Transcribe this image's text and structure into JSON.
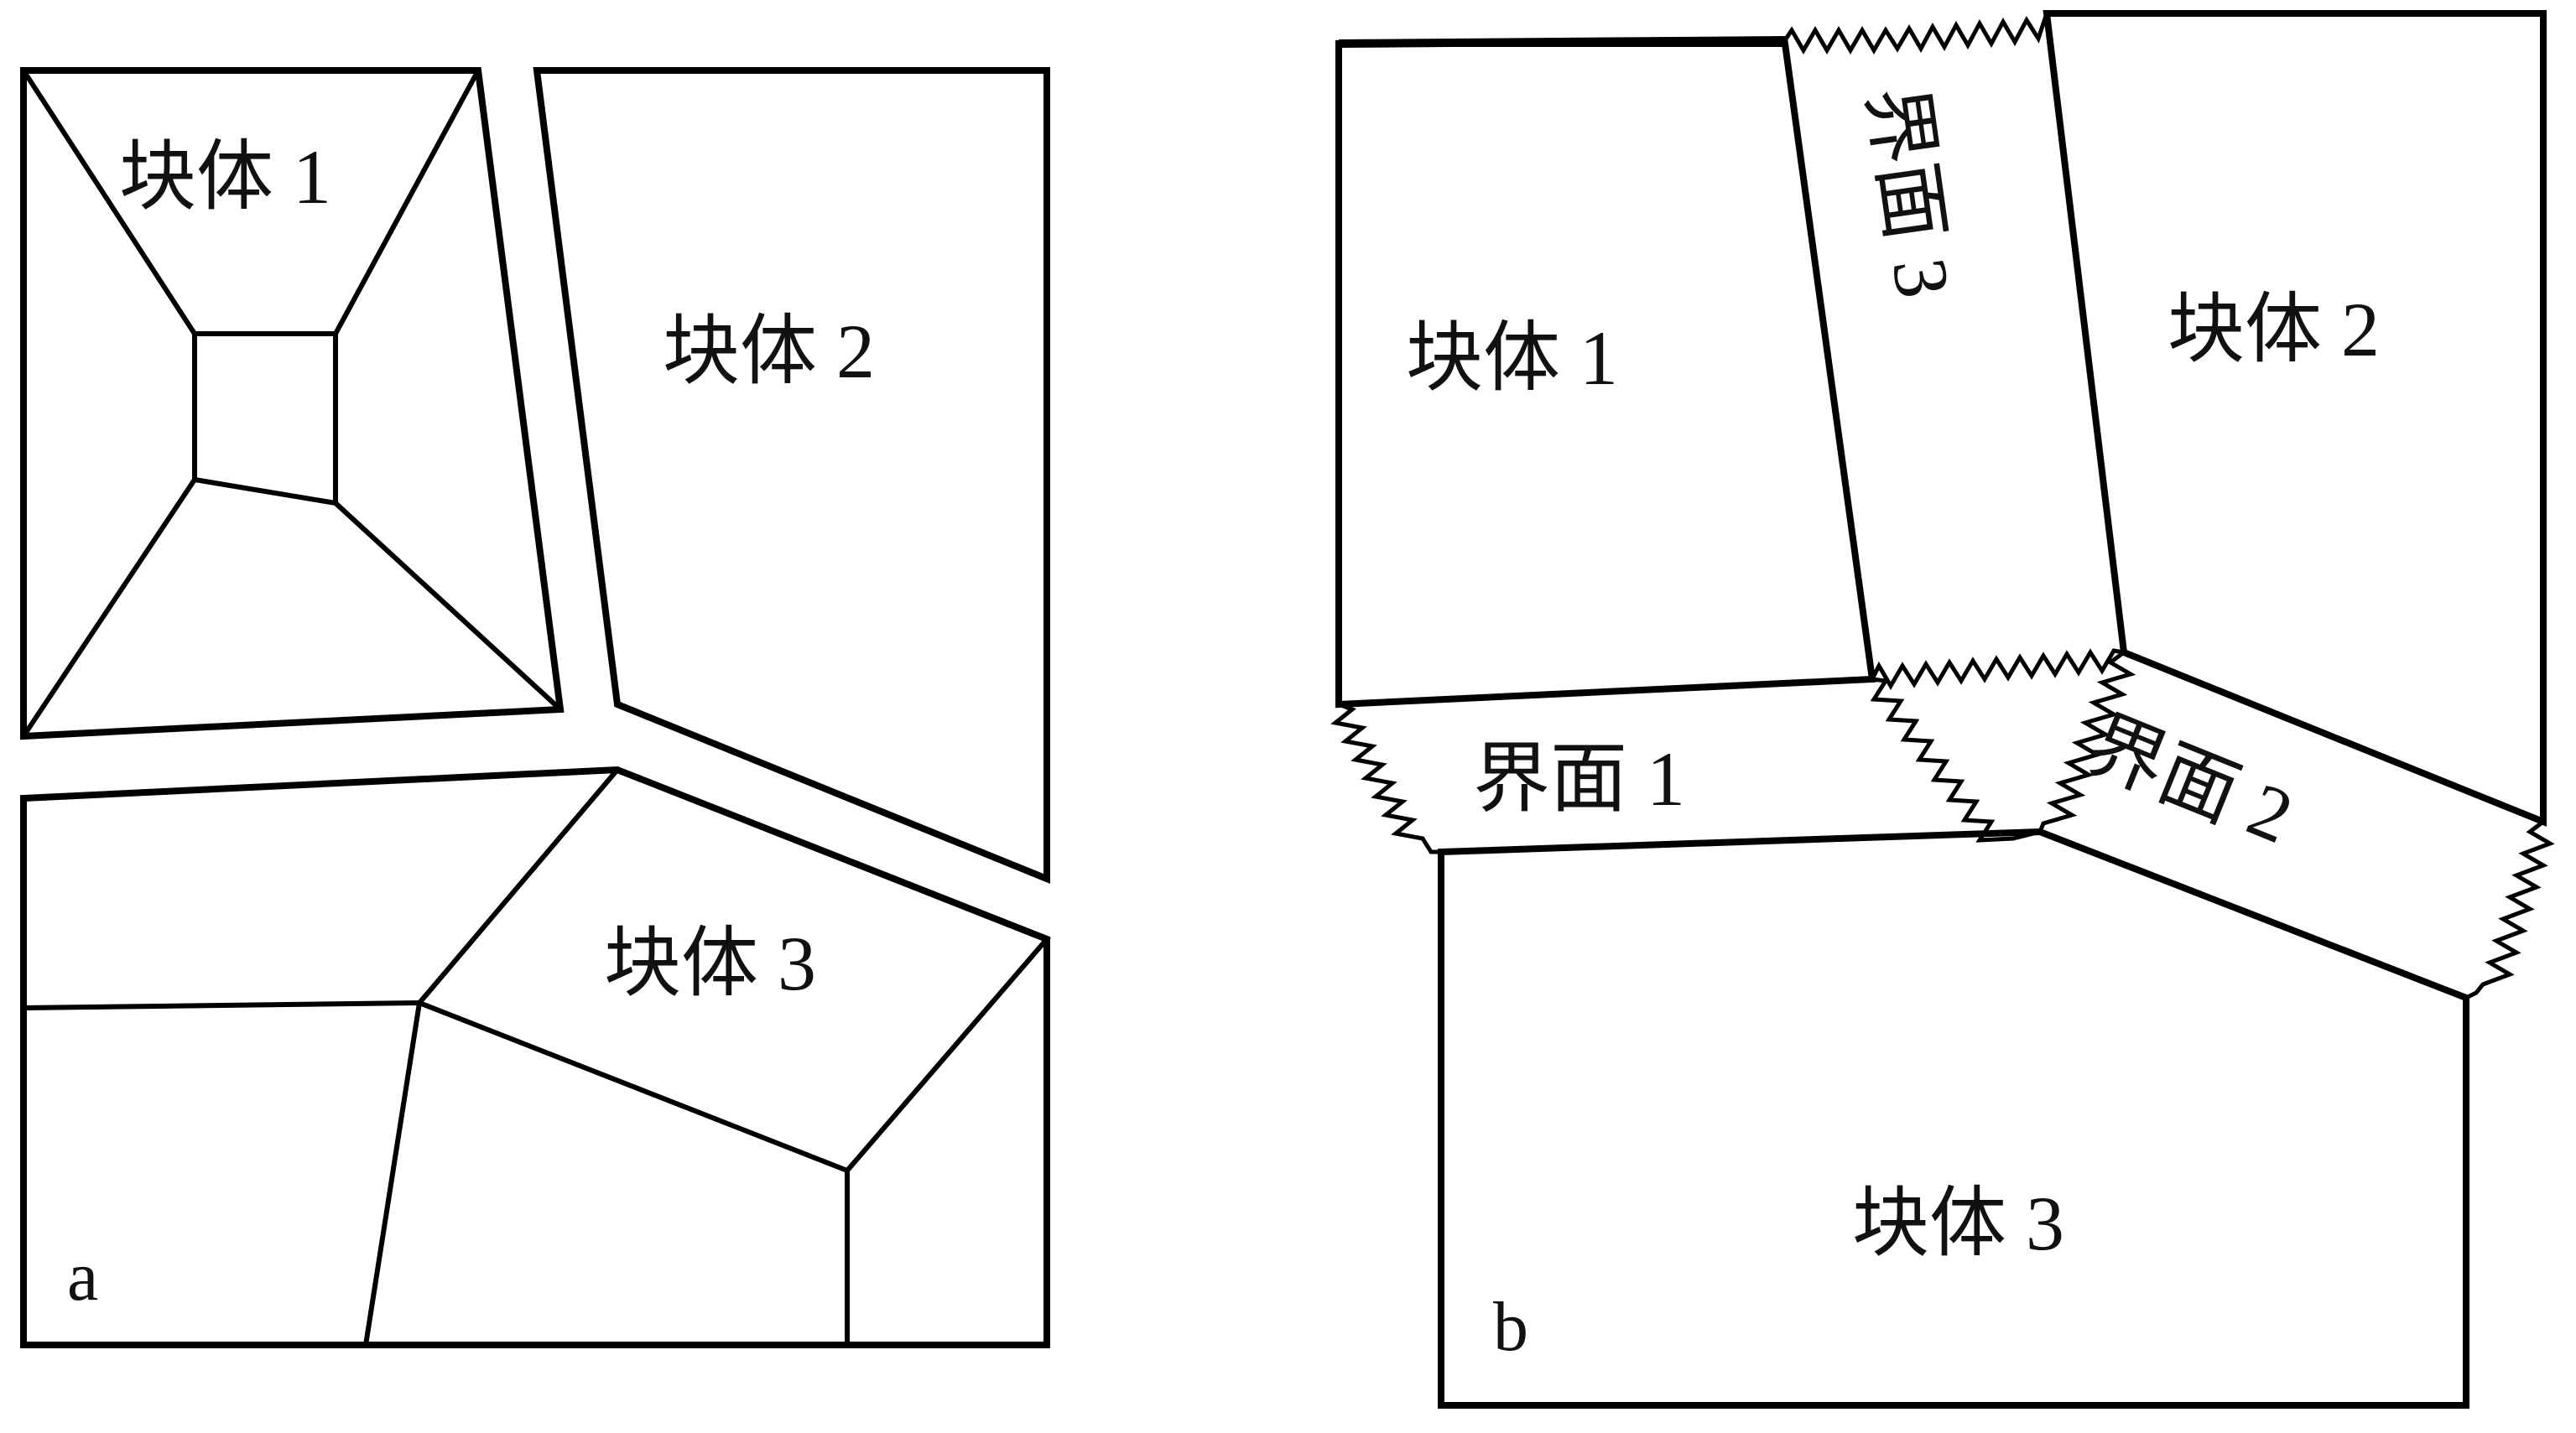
{
  "panel_a": {
    "tag": "a",
    "block1": "块体 1",
    "block2": "块体 2",
    "block3": "块体 3"
  },
  "panel_b": {
    "tag": "b",
    "block1": "块体 1",
    "block2": "块体 2",
    "block3": "块体 3",
    "interface1": "界面 1",
    "interface2": "界面 2",
    "interface3": "界面 3"
  },
  "colors": {
    "block1": "#d9d9d9",
    "block2": "#a6a6a6",
    "block3": "#f2f2f2",
    "interface": "#ffffff",
    "outline": "#000000"
  }
}
